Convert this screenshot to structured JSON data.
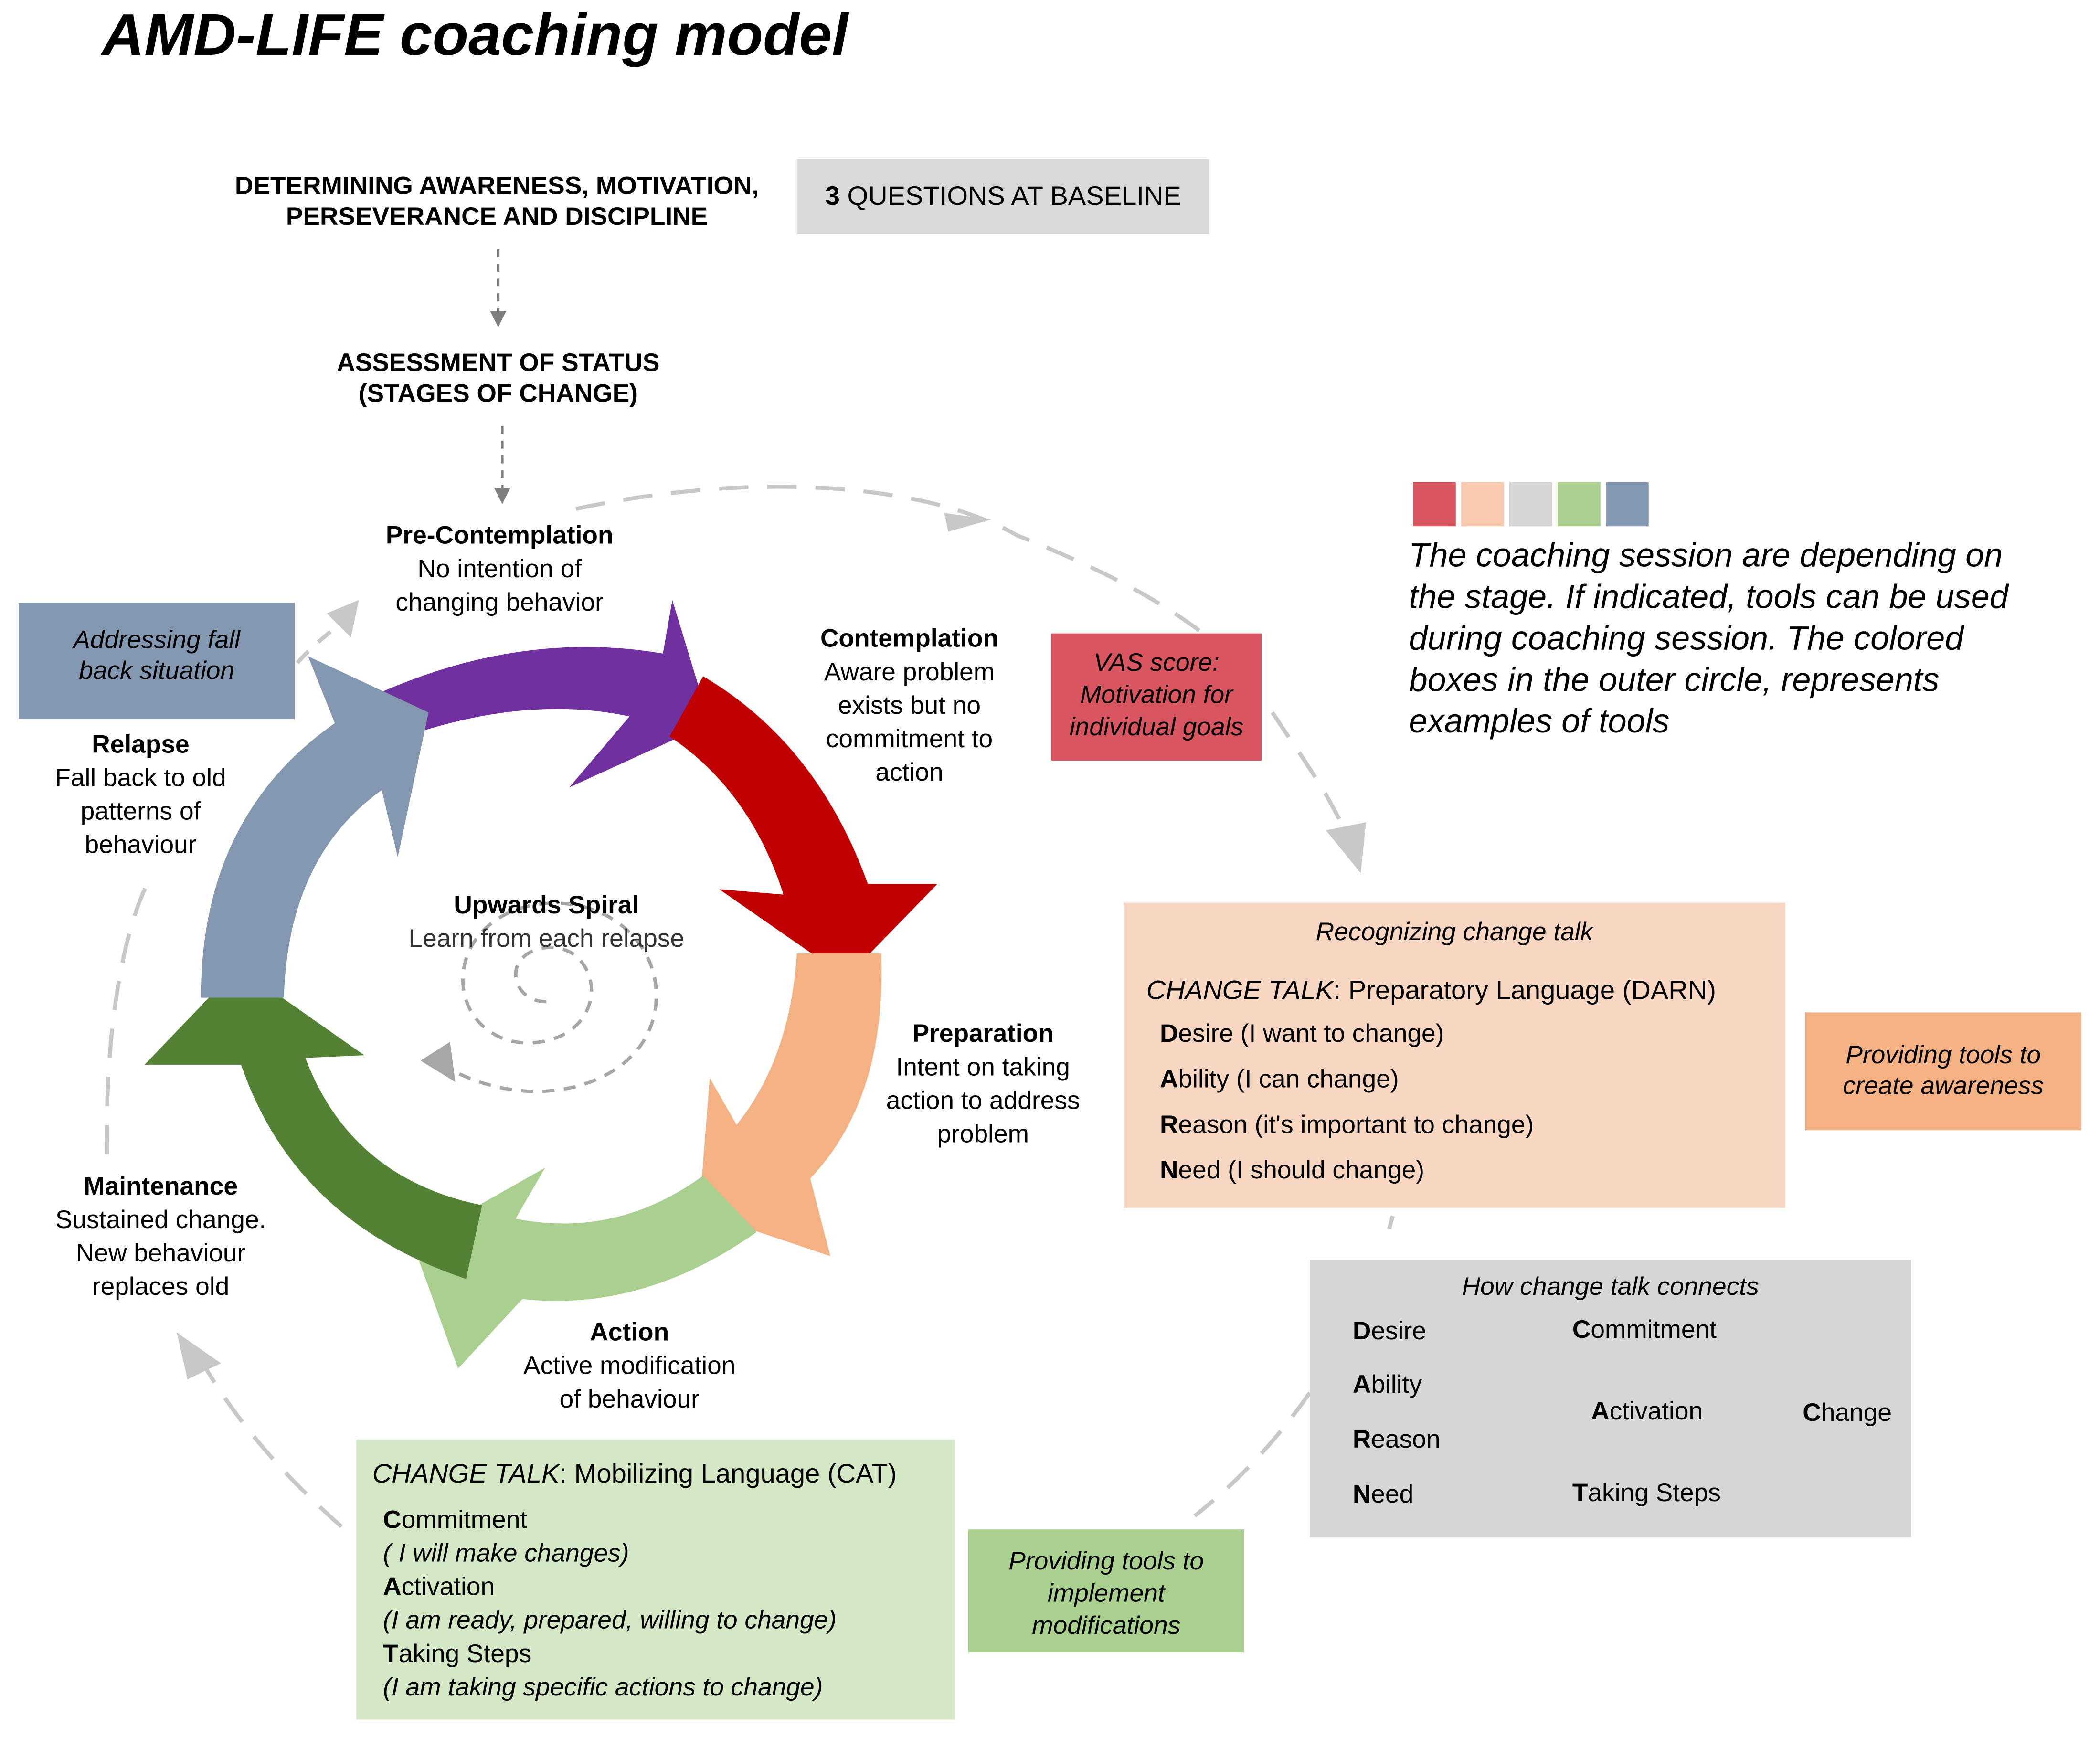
{
  "title": "AMD-LIFE coaching model",
  "header": {
    "determining": "DETERMINING AWARENESS, MOTIVATION,\nPERSEVERANCE AND DISCIPLINE",
    "baseline_num": "3",
    "baseline_text": " QUESTIONS AT BASELINE",
    "assessment": "ASSESSMENT OF STATUS\n(STAGES OF CHANGE)"
  },
  "stages": {
    "precontemplation": {
      "name": "Pre-Contemplation",
      "desc": "No intention of\nchanging behavior"
    },
    "contemplation": {
      "name": "Contemplation",
      "desc": "Aware problem\nexists but no\ncommitment to\naction"
    },
    "preparation": {
      "name": "Preparation",
      "desc": "Intent on taking\naction to address\nproblem"
    },
    "action": {
      "name": "Action",
      "desc": "Active modification\nof behaviour"
    },
    "maintenance": {
      "name": "Maintenance",
      "desc": "Sustained change.\nNew behaviour\nreplaces old"
    },
    "relapse": {
      "name": "Relapse",
      "desc": "Fall back to old\npatterns of\nbehaviour"
    }
  },
  "spiral": {
    "name": "Upwards Spiral",
    "desc": "Learn from each relapse"
  },
  "tool_boxes": {
    "fallback": "Addressing fall\nback situation",
    "vas": "VAS score:\nMotivation for\nindividual goals",
    "awareness": "Providing tools to\ncreate awareness",
    "implement": "Providing tools to\nimplement\nmodifications"
  },
  "legend": {
    "colors": [
      "#d9555f",
      "#f8cbb0",
      "#d6d6d6",
      "#a9d08e",
      "#8497b0"
    ],
    "text": "The coaching session are depending on the stage. If indicated, tools can be used during coaching session. The colored boxes in the outer circle, represents examples of tools"
  },
  "darn": {
    "heading": "Recognizing change talk",
    "ct_label": "CHANGE TALK",
    "ct_rest": ": Preparatory Language (DARN)",
    "items": [
      {
        "first": "D",
        "rest": "esire (I want to change)"
      },
      {
        "first": "A",
        "rest": "bility (I can change)"
      },
      {
        "first": "R",
        "rest": "eason (it's important to change)"
      },
      {
        "first": "N",
        "rest": "eed (I should change)"
      }
    ]
  },
  "connects": {
    "heading": "How change talk connects",
    "left": [
      {
        "first": "D",
        "rest": "esire"
      },
      {
        "first": "A",
        "rest": "bility"
      },
      {
        "first": "R",
        "rest": "eason"
      },
      {
        "first": "N",
        "rest": "eed"
      }
    ],
    "commitment": {
      "first": "C",
      "rest": "ommitment"
    },
    "activation": {
      "first": "A",
      "rest": "ctivation"
    },
    "taking": {
      "first": "T",
      "rest": "aking Steps"
    },
    "change": {
      "first": "C",
      "rest": "hange"
    }
  },
  "cat": {
    "ct_label": "CHANGE TALK",
    "ct_rest": ": Mobilizing Language (CAT)",
    "items": [
      {
        "first": "C",
        "rest": "ommitment",
        "note": "( I will make changes)"
      },
      {
        "first": "A",
        "rest": "ctivation",
        "note": "(I am ready, prepared, willing to change)"
      },
      {
        "first": "T",
        "rest": "aking Steps",
        "note": "(I am taking specific actions to change)"
      }
    ]
  },
  "colors": {
    "purple": "#7030a0",
    "red": "#c00000",
    "peach": "#f4b183",
    "light_green": "#a9d08e",
    "dark_green": "#548235",
    "slate": "#8497b0",
    "arrow_gray": "#b3b3b3"
  }
}
